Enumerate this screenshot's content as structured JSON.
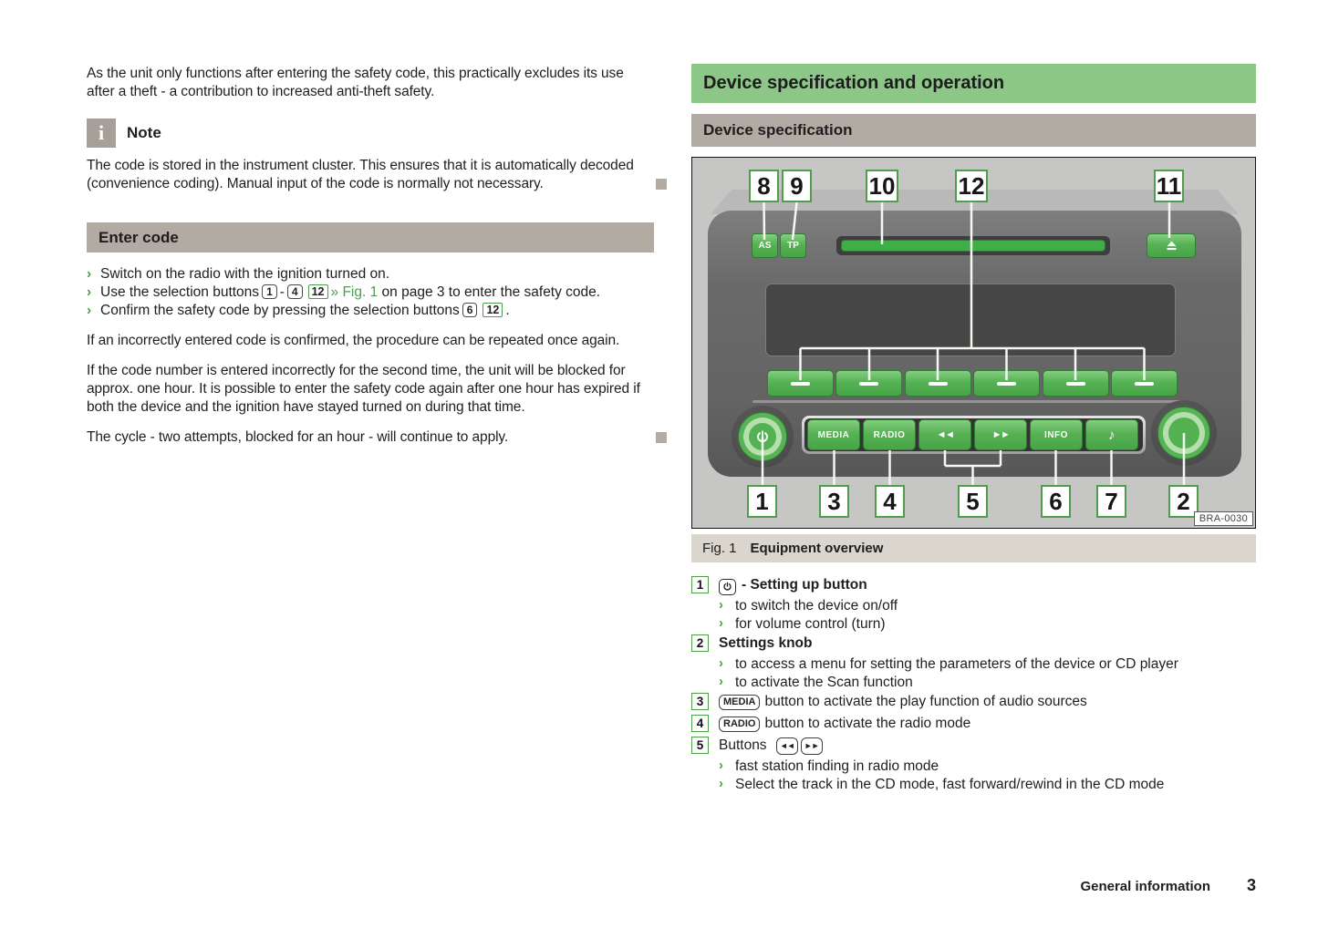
{
  "colors": {
    "accent_green": "#4f9e4c",
    "header_green": "#8cc788",
    "bar_gray": "#b2aba3",
    "caption_bg": "#dad6cd",
    "figure_bg": "#c6c7c5",
    "device_button_green": "#55b153",
    "note_icon_gray": "#a7a099"
  },
  "glyphs": {
    "chevron": "›",
    "continue_arrow": "▶",
    "rewind": "◄◄",
    "forward": "►►",
    "music_note": "♪",
    "info_i": "i"
  },
  "left": {
    "intro": "As the unit only functions after entering the safety code, this practically excludes its use after a theft - a contribution to increased anti-theft safety.",
    "note": {
      "title": "Note",
      "body": "The code is stored in the instrument cluster. This ensures that it is automatically decoded (convenience coding). Manual input of the code is normally not necessary."
    },
    "enter_code": {
      "title": "Enter code"
    },
    "bullets": {
      "b1": "Switch on the radio with the ignition turned on.",
      "b2": {
        "pre": "Use the selection buttons",
        "key_from": "1",
        "sep": "-",
        "key_to": "4",
        "key_green": "12",
        "link": "» Fig. 1",
        "post": "on page 3 to enter the safety code."
      },
      "b3": {
        "pre": "Confirm the safety code by pressing the selection buttons",
        "key": "6",
        "key_green": "12",
        "post": "."
      }
    },
    "paragraphs": {
      "p1": "If an incorrectly entered code is confirmed, the procedure can be repeated once again.",
      "p2": "If the code number is entered incorrectly for the second time, the unit will be blocked for approx. one hour. It is possible to enter the safety code again after one hour has expired if both the device and the ignition have stayed turned on during that time.",
      "p3": "The cycle - two attempts, blocked for an hour - will continue to apply."
    }
  },
  "right": {
    "section_title": "Device specification and operation",
    "subsection_title": "Device specification",
    "figure": {
      "callouts": {
        "c8": "8",
        "c9": "9",
        "c10": "10",
        "c12": "12",
        "c11": "11",
        "c1": "1",
        "c3": "3",
        "c4": "4",
        "c5": "5",
        "c6": "6",
        "c7": "7",
        "c2": "2"
      },
      "buttons": {
        "as": "AS",
        "tp": "TP",
        "media": "MEDIA",
        "radio": "RADIO",
        "info": "INFO"
      },
      "image_code": "BRA-0030",
      "caption_label": "Fig. 1",
      "caption_title": "Equipment overview"
    },
    "legend": {
      "items": [
        {
          "num": "1",
          "title": "- Setting up button",
          "subs": [
            "to switch the device on/off",
            "for volume control (turn)"
          ]
        },
        {
          "num": "2",
          "title": "Settings knob",
          "subs": [
            "to access a menu for setting the parameters of the device or CD player",
            "to activate the Scan function"
          ]
        },
        {
          "num": "3",
          "key": "MEDIA",
          "text": "button to activate the play function of audio sources"
        },
        {
          "num": "4",
          "key": "RADIO",
          "text": "button to activate the radio mode"
        },
        {
          "num": "5",
          "title": "Buttons",
          "subs": [
            "fast station finding in radio mode",
            "Select the track in the CD mode, fast forward/rewind in the CD mode"
          ]
        }
      ]
    }
  },
  "footer": {
    "section": "General information",
    "page_number": "3"
  }
}
